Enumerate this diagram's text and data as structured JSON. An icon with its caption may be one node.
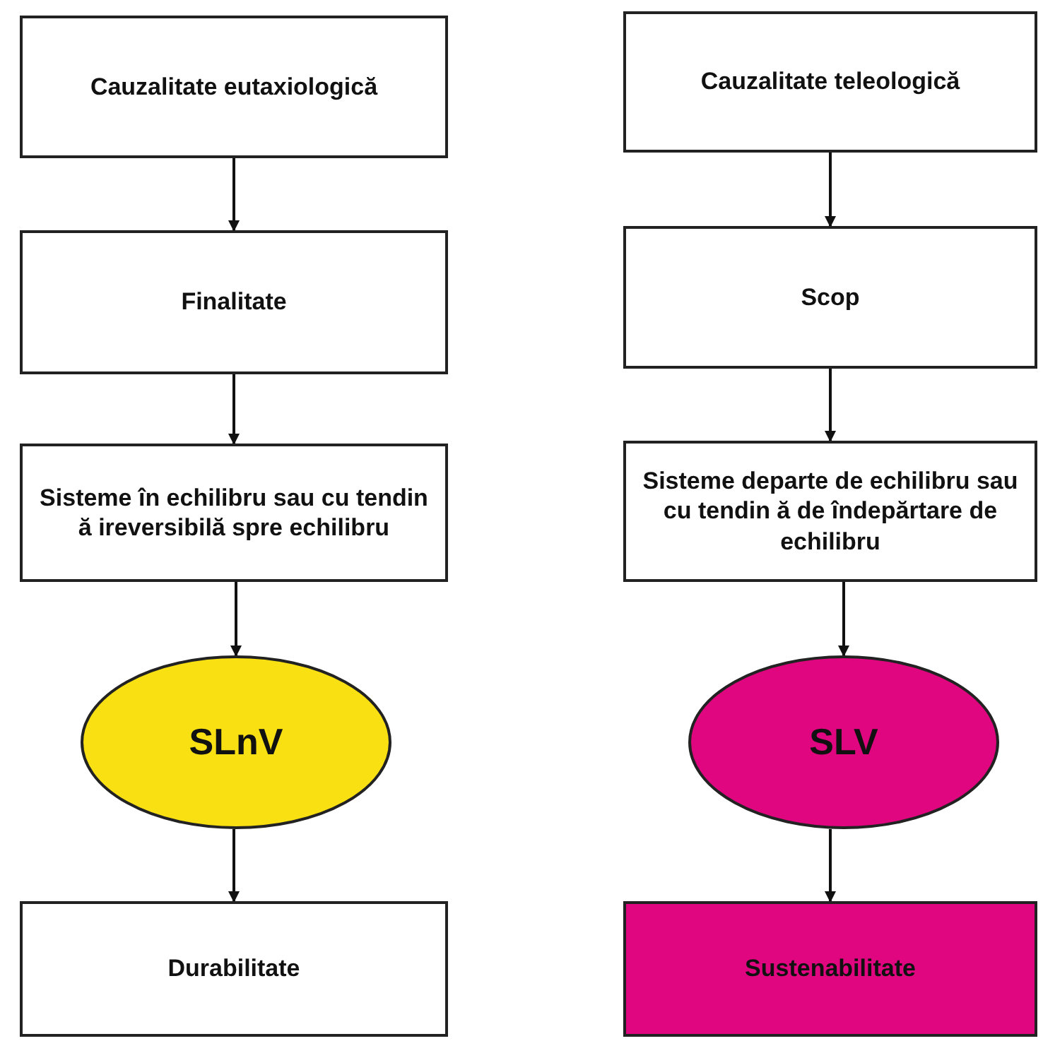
{
  "diagram": {
    "nodes": [
      {
        "text": [
          "Cauzalitate eutaxiologică"
        ]
      },
      {
        "text": [
          "Finalitate"
        ]
      },
      {
        "text": [
          "Sisteme în echilibru sau cu tendin ă ireversibilă spre echilibru"
        ]
      },
      {
        "text": [
          "SLnV"
        ]
      },
      {
        "text": [
          "Durabilitate"
        ]
      },
      {
        "text": [
          "Cauzalitate teleologică"
        ]
      },
      {
        "text": [
          "Scop"
        ]
      },
      {
        "text": [
          "Sisteme departe de echilibru sau cu tendin ă de îndepărtare de echilibru"
        ]
      },
      {
        "text": [
          "SLV"
        ]
      },
      {
        "text": [
          "Sustenabilitate"
        ]
      }
    ],
    "edges": [
      {
        "from": 0,
        "to": 1,
        "arrow": "to"
      },
      {
        "from": 1,
        "to": 2,
        "arrow": "to"
      },
      {
        "from": 2,
        "to": 3,
        "arrow": "to"
      },
      {
        "from": 3,
        "to": 4,
        "arrow": "to"
      },
      {
        "from": 5,
        "to": 6,
        "arrow": "to"
      },
      {
        "from": 6,
        "to": 7,
        "arrow": "to"
      },
      {
        "from": 7,
        "to": 8,
        "arrow": "to"
      },
      {
        "from": 8,
        "to": 9,
        "arrow": "to"
      }
    ]
  }
}
